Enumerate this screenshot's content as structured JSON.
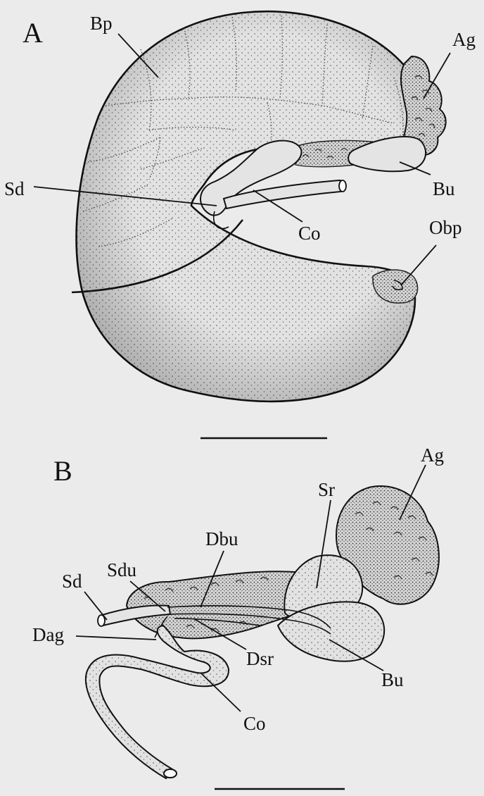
{
  "panel_a": {
    "letter": "A",
    "labels": {
      "bp": "Bp",
      "ag": "Ag",
      "bu": "Bu",
      "sd": "Sd",
      "co": "Co",
      "obp": "Obp"
    }
  },
  "panel_b": {
    "letter": "B",
    "labels": {
      "ag": "Ag",
      "sr": "Sr",
      "dbu": "Dbu",
      "sdu": "Sdu",
      "sd": "Sd",
      "dag": "Dag",
      "dsr": "Dsr",
      "bu": "Bu",
      "co": "Co"
    }
  }
}
